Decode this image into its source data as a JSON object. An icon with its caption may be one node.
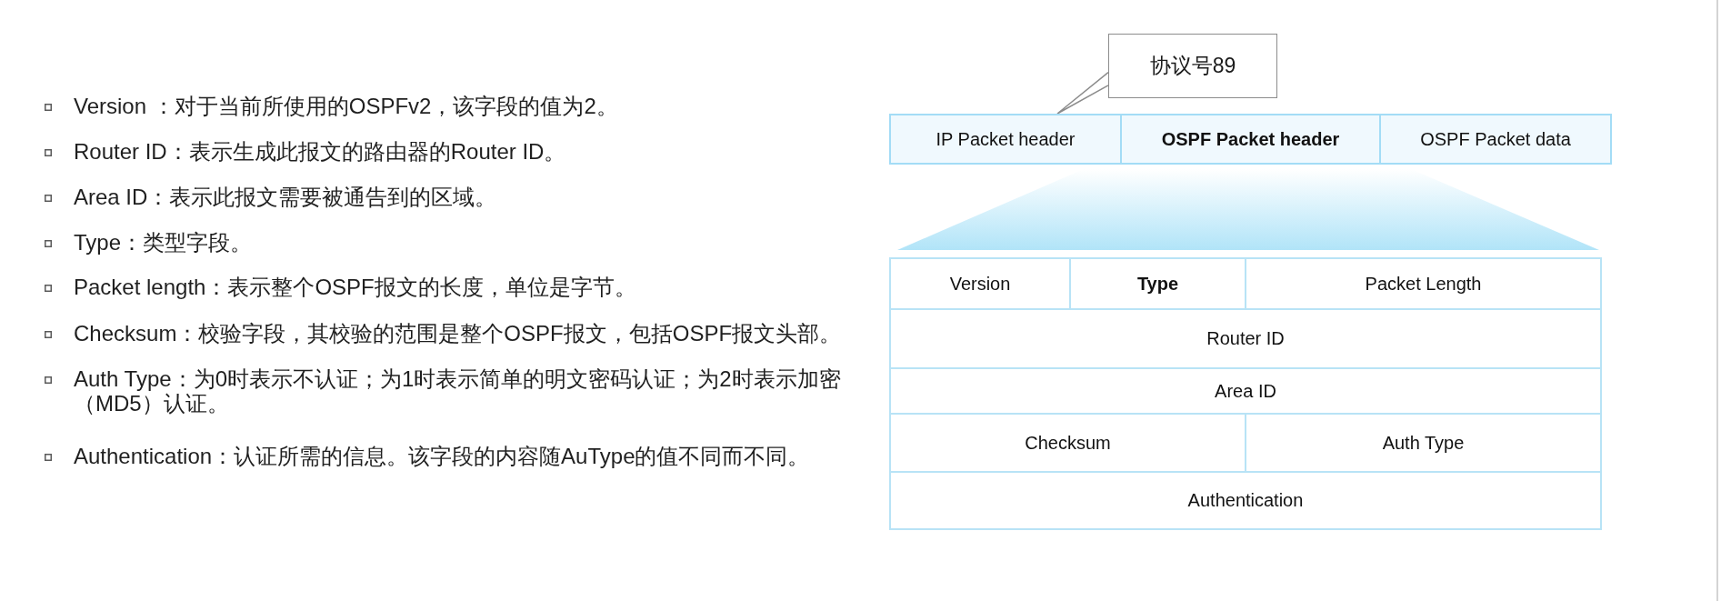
{
  "diagram": {
    "nodes": [
      {
        "text": [
          "协议号89"
        ]
      },
      {
        "text": [
          "IP Packet header"
        ]
      },
      {
        "text": [
          "OSPF Packet header"
        ]
      },
      {
        "text": [
          "OSPF Packet data"
        ]
      },
      {
        "text": [],
        "shape": "trapezoid"
      },
      {
        "text": [
          "Version"
        ]
      },
      {
        "text": [
          "Type"
        ]
      },
      {
        "text": [
          "Packet Length"
        ]
      },
      {
        "text": [
          "Router ID"
        ]
      },
      {
        "text": [
          "Area ID"
        ]
      },
      {
        "text": [
          "Checksum"
        ]
      },
      {
        "text": [
          "Auth Type"
        ]
      },
      {
        "text": [
          "Authentication"
        ]
      }
    ],
    "edges": [
      {
        "from": 0,
        "to": 1,
        "arrow": "none"
      }
    ],
    "labels": [
      "Version ：对于当前所使用的OSPFv2，该字段的值为2。",
      "Router ID：表示生成此报文的路由器的Router ID。",
      "Area ID：表示此报文需要被通告到的区域。",
      "Type：类型字段。",
      "Packet length：表示整个OSPF报文的长度，单位是字节。",
      "Checksum：校验字段，其校验的范围是整个OSPF报文，包括OSPF报文头部。",
      "Auth Type：为0时表示不认证；为1时表示简单的明文密码认证；为2时表示加密（MD5）认证。",
      "Authentication：认证所需的信息。该字段的内容随AuType的值不同而不同。"
    ]
  }
}
